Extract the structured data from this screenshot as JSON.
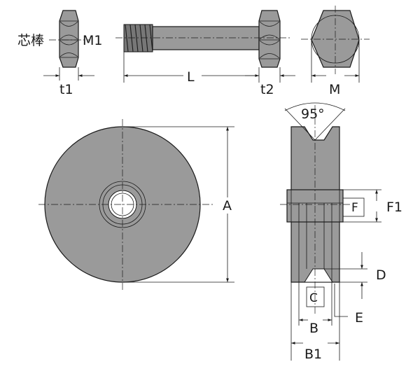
{
  "labels": {
    "core_rod": "芯棒",
    "m1": "M1",
    "t1": "t1",
    "l": "L",
    "t2": "t2",
    "m": "M",
    "angle": "95°",
    "a": "A",
    "f": "F",
    "f1": "F1",
    "d": "D",
    "c": "C",
    "e": "E",
    "b": "B",
    "b1": "B1"
  },
  "colors": {
    "part_fill": "#9a9a9a",
    "thread_fill": "#777777",
    "line": "#1a1a1a",
    "background": "#ffffff"
  }
}
